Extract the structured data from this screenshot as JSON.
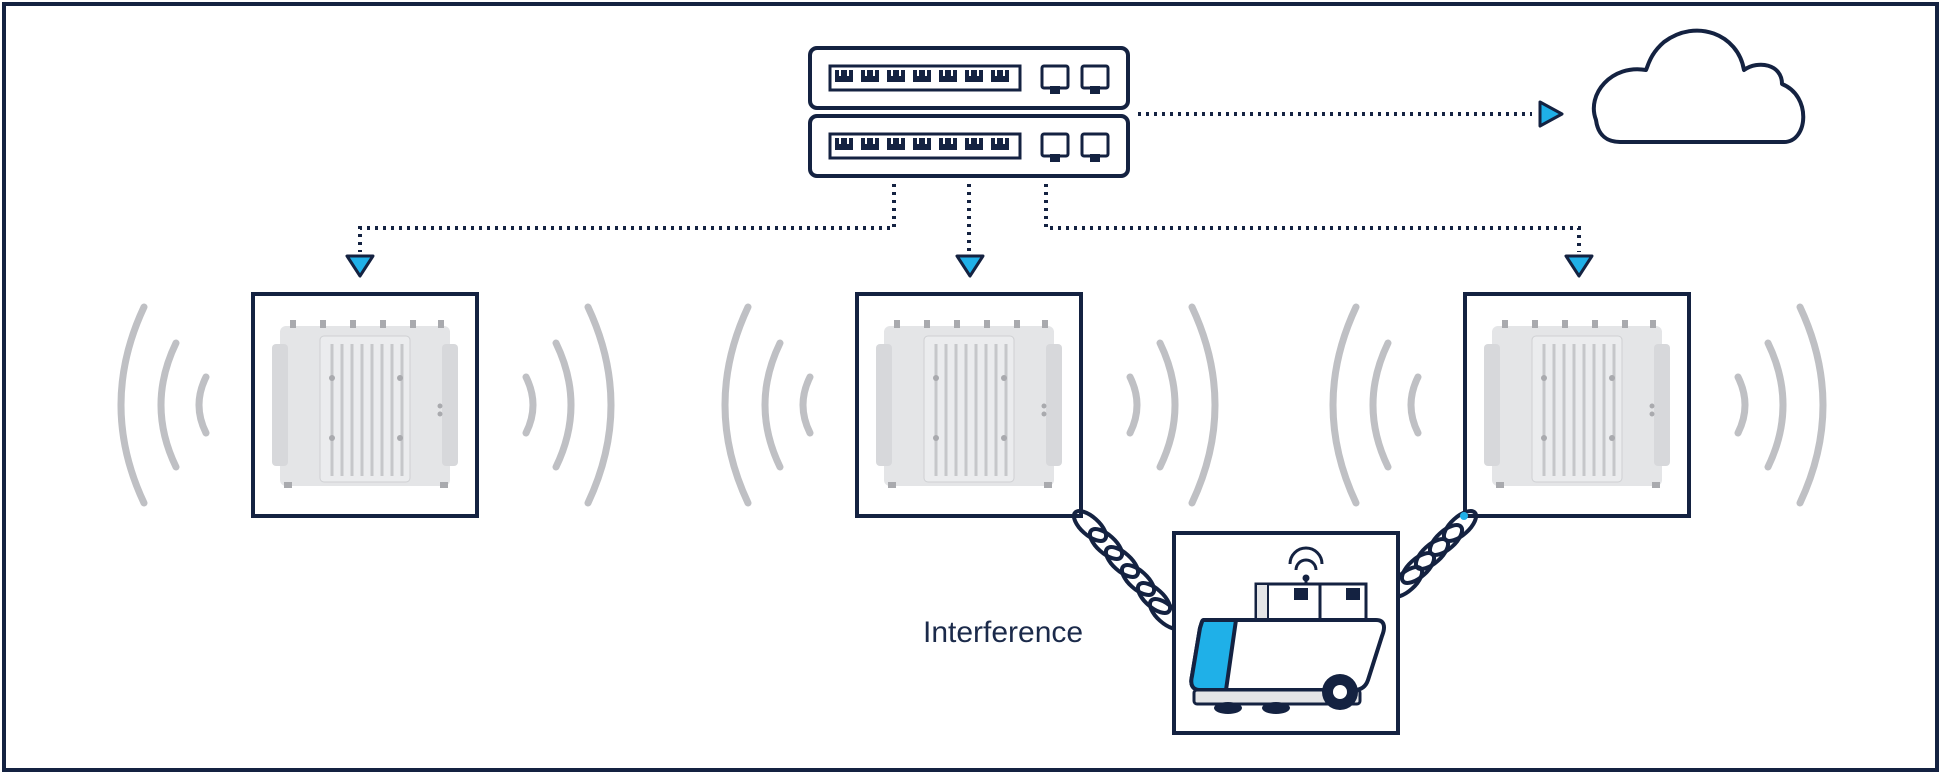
{
  "diagram": {
    "interference_label": "Interference",
    "colors": {
      "navy": "#142241",
      "accent_blue": "#1fb0e8",
      "signal_gray": "#bfc0c4",
      "device_gray": "#e4e5e7"
    },
    "nodes": [
      {
        "name": "network-switch-top",
        "icon": "switch-icon"
      },
      {
        "name": "network-switch-bottom",
        "icon": "switch-icon"
      },
      {
        "name": "cloud",
        "icon": "cloud-icon"
      },
      {
        "name": "access-point-left",
        "icon": "access-point-icon"
      },
      {
        "name": "access-point-center",
        "icon": "access-point-icon"
      },
      {
        "name": "access-point-right",
        "icon": "access-point-icon"
      },
      {
        "name": "autonomous-vehicle",
        "icon": "robot-vehicle-icon"
      }
    ]
  }
}
